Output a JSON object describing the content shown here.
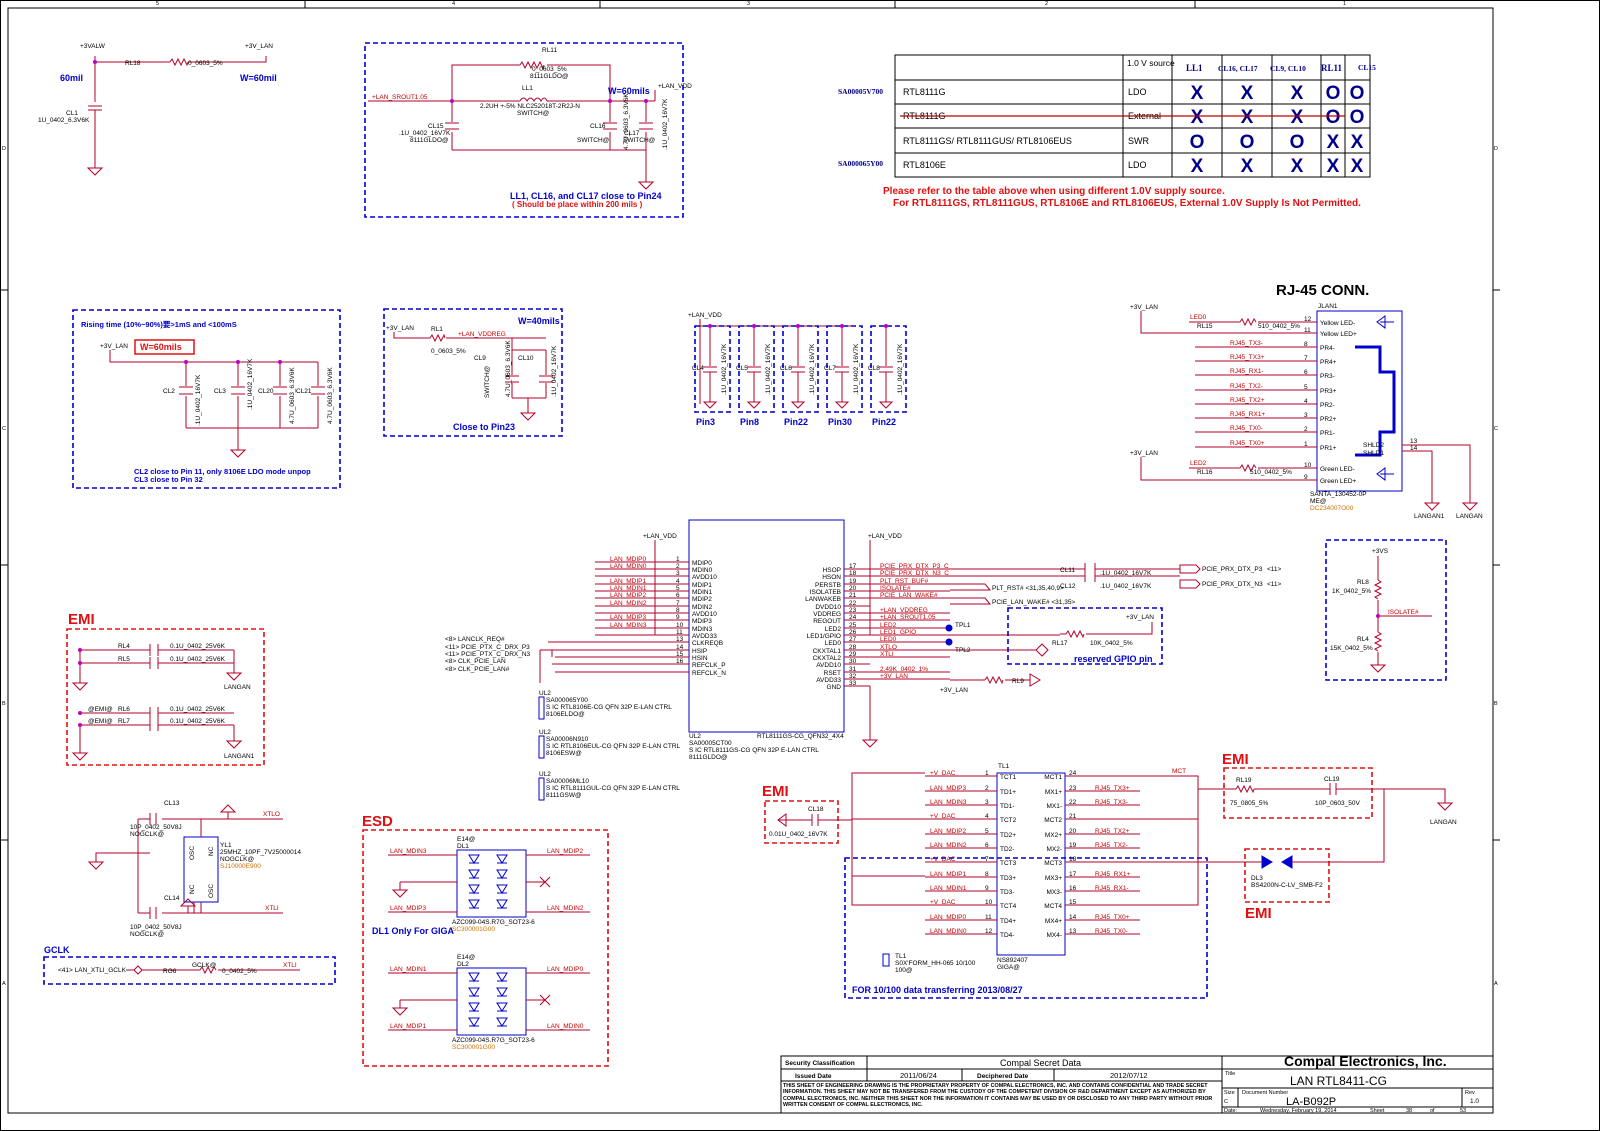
{
  "sheet": {
    "ruler_top": [
      "5",
      "4",
      "3",
      "2",
      "1"
    ],
    "ruler_side": [
      "D",
      "C",
      "B",
      "A"
    ]
  },
  "supply_table": {
    "headers": [
      "1.0 V source",
      "LL1",
      "CL16, CL17",
      "CL9, CL10",
      "RL11",
      "CL15"
    ],
    "part_codes": [
      "SA00005V700",
      "SA000065Y00"
    ],
    "rows": [
      {
        "chip": "RTL8111G",
        "source": "LDO",
        "marks": [
          "X",
          "X",
          "X",
          "O",
          "O"
        ],
        "struck": false
      },
      {
        "chip": "RTL8111G",
        "source": "External",
        "marks": [
          "X",
          "X",
          "X",
          "O",
          "O"
        ],
        "struck": true
      },
      {
        "chip": "RTL8111GS/ RTL8111GUS/ RTL8106EUS",
        "source": "SWR",
        "marks": [
          "O",
          "O",
          "O",
          "X",
          "X"
        ],
        "struck": false
      },
      {
        "chip": "RTL8106E",
        "source": "LDO",
        "marks": [
          "X",
          "X",
          "X",
          "X",
          "X"
        ],
        "struck": false
      }
    ],
    "note1": "Please refer to the table above when using different 1.0V supply source.",
    "note2": "For RTL8111GS, RTL8111GUS, RTL8106E and RTL8106EUS, External 1.0V Supply Is Not Permitted."
  },
  "power": {
    "rl18_left": "+3VALW",
    "rl18_right": "+3V_LAN",
    "rl18_name": "RL18",
    "rl18_value": "0_0603_5%",
    "w60_left": "60mil",
    "w60_right": "W=60mil",
    "cl1": "CL1",
    "cl1_value": "1U_0402_6.3V6K"
  },
  "switch_block": {
    "rl11": "RL11",
    "rl11_value": "0_0603_5%",
    "rl11_opt": "8111GLDO@",
    "ll1": "LL1",
    "ll1_value": "2.2UH +-5% NLC252018T-2R2J-N",
    "ll1_opt": "SWITCH@",
    "net_in": "+LAN_SROUT1.05",
    "net_out": "+LAN_VDD",
    "width": "W=60mils",
    "cl15": "CL15",
    "cl15_value": ".1U_0402_16V7K",
    "cl15_opt": "8111GLDO@",
    "cl16": "CL16",
    "cl16_opt": "SWITCH@",
    "cl16_value": "4.7U_0603_6.3V6K",
    "cl17": "CL17",
    "cl17_opt": "SWITCH@",
    "cl17_value": ".1U_0402_16V7K",
    "note1": "LL1, CL16, and CL17 close to Pin24",
    "note2": "( Should be place within 200 mils )"
  },
  "rising_block": {
    "title": "Rising time (10%~90%)要>1mS and <100mS",
    "width": "W=60mils",
    "net": "+3V_LAN",
    "caps": [
      "CL2",
      "CL3",
      "CL20",
      "CL21"
    ],
    "values": [
      ".1U_0402_16V7K",
      ".1U_0402_16V7K",
      "4.7U_0603_6.3V6K",
      "4.7U_0603_6.3V6K"
    ],
    "note1": "CL2 close to Pin 11, only 8106E LDO mode unpop",
    "note2": "CL3 close to Pin 32"
  },
  "vdreg_block": {
    "net_in": "+3V_LAN",
    "rl1": "RL1",
    "rl1_value": "0_0603_5%",
    "net_out": "+LAN_VDDREG",
    "width": "W=40mils",
    "cl9": "CL9",
    "cl9_opt": "SWITCH@",
    "cl9_value": "4.7U_0603_6.3V6K",
    "cl10": "CL10",
    "cl10_value": ".1U_0402_16V7K",
    "note": "Close to Pin23"
  },
  "decap": {
    "net": "+LAN_VDD",
    "caps": [
      "CL4",
      "CL5",
      "CL6",
      "CL7",
      "CL8"
    ],
    "value": ".1U_0402_16V7K",
    "pins": [
      "Pin3",
      "Pin8",
      "Pin22",
      "Pin30",
      "Pin22"
    ]
  },
  "rj45": {
    "title": "RJ-45 CONN.",
    "net": "+3V_LAN",
    "ref": "JLAN1",
    "rl15": "RL15",
    "rl15_value": "510_0402_5%",
    "rl16": "RL16",
    "rl16_value": "510_0402_5%",
    "led0": "LED0",
    "led2": "LED2",
    "pins_left": [
      "12",
      "11",
      "8",
      "7",
      "6",
      "5",
      "4",
      "3",
      "2",
      "1",
      "10",
      "9"
    ],
    "labels": [
      "Yellow LED-",
      "Yellow LED+",
      "PR4-",
      "PR4+",
      "PR3-",
      "PR3+",
      "PR2-",
      "PR2+",
      "PR1-",
      "PR1+",
      "Green LED-",
      "Green LED+"
    ],
    "nets": [
      "RJ45_TX3-",
      "RJ45_TX3+",
      "RJ45_RX1-",
      "RJ45_TX2-",
      "RJ45_TX2+",
      "RJ45_RX1+",
      "RJ45_TX0-",
      "RJ45_TX0+"
    ],
    "shld": [
      "SHLD2",
      "SHLD1"
    ],
    "shld_pins": [
      "13",
      "14"
    ],
    "part": "SANTA_130452-0P",
    "opt": "ME@",
    "code": "DC234007O00",
    "gnd1": "LANGAN1",
    "gnd2": "LANGAN"
  },
  "chip": {
    "left_pins": [
      {
        "n": "1",
        "l": "MDIP0",
        "net": "LAN_MDIP0"
      },
      {
        "n": "2",
        "l": "MDIN0",
        "net": "LAN_MDIN0"
      },
      {
        "n": "3",
        "l": "AVDD10",
        "net": ""
      },
      {
        "n": "4",
        "l": "MDIP1",
        "net": "LAN_MDIP1"
      },
      {
        "n": "5",
        "l": "MDIN1",
        "net": "LAN_MDIN1"
      },
      {
        "n": "6",
        "l": "MDIP2",
        "net": "LAN_MDIP2"
      },
      {
        "n": "7",
        "l": "MDIN2",
        "net": "LAN_MDIN2"
      },
      {
        "n": "8",
        "l": "AVDD10",
        "net": ""
      },
      {
        "n": "9",
        "l": "MDIP3",
        "net": "LAN_MDIP3"
      },
      {
        "n": "10",
        "l": "MDIN3",
        "net": "LAN_MDIN3"
      },
      {
        "n": "11",
        "l": "AVDD33",
        "net": ""
      },
      {
        "n": "13",
        "l": "CLKREQB",
        "net": "<8> LANCLK_REQ#"
      },
      {
        "n": "14",
        "l": "HSIP",
        "net": "<11> PCIE_PTX_C_DRX_P3"
      },
      {
        "n": "15",
        "l": "HSIN",
        "net": "<11> PCIE_PTX_C_DRX_N3"
      },
      {
        "n": "16",
        "l": "REFCLK_P",
        "net": "<8> CLK_PCIE_LAN"
      },
      {
        "n": "",
        "l": "REFCLK_N",
        "net": "<8> CLK_PCIE_LAN#"
      }
    ],
    "right_pins": [
      {
        "n": "17",
        "l": "HSOP",
        "net": "PCIE_PRX_DTX_P3_C"
      },
      {
        "n": "18",
        "l": "HSON",
        "net": "PCIE_PRX_DTX_N3_C"
      },
      {
        "n": "19",
        "l": "PERSTB",
        "net": "PLT_RST_BUF#"
      },
      {
        "n": "20",
        "l": "ISOLATEB",
        "net": "ISOLATE#"
      },
      {
        "n": "21",
        "l": "LANWAKEB",
        "net": "PCIE_LAN_WAKE#"
      },
      {
        "n": "22",
        "l": "DVDD10",
        "net": ""
      },
      {
        "n": "23",
        "l": "VDDREG",
        "net": "+LAN_VDDREG"
      },
      {
        "n": "24",
        "l": "REGOUT",
        "net": "+LAN_SROUT1.05"
      },
      {
        "n": "25",
        "l": "LED2",
        "net": "LED2"
      },
      {
        "n": "26",
        "l": "LED1/GPIO",
        "net": "LED1_GPIO"
      },
      {
        "n": "27",
        "l": "LED0",
        "net": "LED0"
      },
      {
        "n": "28",
        "l": "CKXTAL1",
        "net": "XTLO"
      },
      {
        "n": "29",
        "l": "CKXTAL2",
        "net": "XTLI"
      },
      {
        "n": "30",
        "l": "AVDD10",
        "net": ""
      },
      {
        "n": "31",
        "l": "RSET",
        "net": "2.49K_0402_1%"
      },
      {
        "n": "32",
        "l": "AVDD33",
        "net": "+3V_LAN"
      },
      {
        "n": "33",
        "l": "GND",
        "net": ""
      }
    ],
    "vdd_left": "+LAN_VDD",
    "vdd_right": "+LAN_VDD",
    "vlan": "+3V_LAN",
    "ref": "UL2",
    "name": "RTL8111GS-CG_QFN32_4X4",
    "code": "SA00005CT00",
    "desc": "S IC RTL8111GS-CG QFN 32P E-LAN CTRL",
    "opt": "8111GLDO@",
    "variants": [
      {
        "ref": "UL2",
        "code": "SA000065Y00",
        "desc": "S IC RTL8106E-CG QFN 32P E-LAN CTRL",
        "opt": "8106ELDO@"
      },
      {
        "ref": "UL2",
        "code": "SA00006N910",
        "desc": "S IC RTL8106EUL-CG QFN 32P E-LAN CTRL",
        "opt": "8106ESW@"
      },
      {
        "ref": "UL2",
        "code": "SA00006ML10",
        "desc": "S IC RTL8111GUL-CG QFN 32P E-LAN CTRL",
        "opt": "8111GSW@"
      }
    ],
    "rl9": "RL9",
    "cl11": "CL11",
    "cl12": "CL12",
    "cl11_value": ".1U_0402_16V7K",
    "cl12_value": ".1U_0402_16V7K",
    "prx_p": "PCIE_PRX_DTX_P3",
    "prx_n": "PCIE_PRX_DTX_N3",
    "prx_ref": "<11>",
    "plt_ref": "PLT_RST# <31,35,40,9>",
    "wake_ref": "PCIE_LAN_WAKE# <31,35>",
    "tpl1": "TPL1",
    "tpl2": "TPL2"
  },
  "gpio": {
    "net": "+3V_LAN",
    "rl17": "RL17",
    "rl17_value": "10K_0402_5%",
    "note": "reserved GPIO pin"
  },
  "isolate": {
    "net": "+3VS",
    "rl8": "RL8",
    "rl8_value": "1K_0402_5%",
    "rl4": "RL4",
    "rl4_value": "15K_0402_5%",
    "isolate": "ISOLATE#"
  },
  "emi_left": {
    "label": "EMI",
    "r": [
      "RL4",
      "RL5",
      "RL6",
      "RL7"
    ],
    "opt": [
      "",
      "",
      "@EMI@",
      "@EMI@"
    ],
    "value": "0.1U_0402_25V6K",
    "gnd1": "LANGAN",
    "gnd2": "LANGAN1"
  },
  "crystal": {
    "cl13": "CL13",
    "cl14": "CL14",
    "cap_value": "10P_0402_50V8J",
    "cap_opt": "NOGCLK@",
    "yl1": "YL1",
    "yl1_value": "25MHZ_10PF_7V25000014",
    "yl1_opt": "NOGCLK@",
    "yl1_code": "SJ10000E900",
    "xtlo": "XTLO",
    "xtli": "XTLI",
    "osc": "OSC",
    "nc": "NC"
  },
  "gclk": {
    "label": "GCLK",
    "net": "<41> LAN_XTLI_GCLK",
    "r": "RG6",
    "opt": "GCLK@",
    "value": "0_0402_5%",
    "xtli": "XTLI"
  },
  "esd": {
    "label": "ESD",
    "note": "DL1 Only For GIGA",
    "dl1": "DL1",
    "dl2": "DL2",
    "opt": "E14@",
    "part": "AZC099-04S.R7G_SOT23-6",
    "code": "SC300001G00",
    "nets1": [
      "LAN_MDIN3",
      "LAN_MDIP2",
      "LAN_MDIP3",
      "LAN_MDIN2"
    ],
    "nets2": [
      "LAN_MDIN1",
      "LAN_MDIP0",
      "LAN_MDIP1",
      "LAN_MDIN0"
    ]
  },
  "transformer": {
    "ref": "TL1",
    "part": "NS892407",
    "opt": "GIGA@",
    "left": [
      {
        "n": "1",
        "l": "TCT1",
        "net": "+V_DAC"
      },
      {
        "n": "2",
        "l": "TD1+",
        "net": "LAN_MDIP3"
      },
      {
        "n": "3",
        "l": "TD1-",
        "net": "LAN_MDIN3"
      },
      {
        "n": "4",
        "l": "TCT2",
        "net": "+V_DAC"
      },
      {
        "n": "5",
        "l": "TD2+",
        "net": "LAN_MDIP2"
      },
      {
        "n": "6",
        "l": "TD2-",
        "net": "LAN_MDIN2"
      },
      {
        "n": "7",
        "l": "TCT3",
        "net": "+V_DAC"
      },
      {
        "n": "8",
        "l": "TD3+",
        "net": "LAN_MDIP1"
      },
      {
        "n": "9",
        "l": "TD3-",
        "net": "LAN_MDIN1"
      },
      {
        "n": "10",
        "l": "TCT4",
        "net": "+V_DAC"
      },
      {
        "n": "11",
        "l": "TD4+",
        "net": "LAN_MDIP0"
      },
      {
        "n": "12",
        "l": "TD4-",
        "net": "LAN_MDIN0"
      }
    ],
    "right": [
      {
        "n": "24",
        "l": "MCT1",
        "net": ""
      },
      {
        "n": "23",
        "l": "MX1+",
        "net": "RJ45_TX3+"
      },
      {
        "n": "22",
        "l": "MX1-",
        "net": "RJ45_TX3-"
      },
      {
        "n": "21",
        "l": "MCT2",
        "net": ""
      },
      {
        "n": "20",
        "l": "MX2+",
        "net": "RJ45_TX2+"
      },
      {
        "n": "19",
        "l": "MX2-",
        "net": "RJ45_TX2-"
      },
      {
        "n": "18",
        "l": "MCT3",
        "net": ""
      },
      {
        "n": "17",
        "l": "MX3+",
        "net": "RJ45_RX1+"
      },
      {
        "n": "16",
        "l": "MX3-",
        "net": "RJ45_RX1-"
      },
      {
        "n": "15",
        "l": "MCT4",
        "net": ""
      },
      {
        "n": "14",
        "l": "MX4+",
        "net": "RJ45_TX0+"
      },
      {
        "n": "13",
        "l": "MX4-",
        "net": "RJ45_TX0-"
      }
    ],
    "mct": "MCT",
    "alt_ref": "TL1",
    "alt_part": "S0X'FORM_HH-065 10/100",
    "alt_opt": "100@",
    "note": "FOR 10/100 data transferring 2013/08/27"
  },
  "emi_cl18": {
    "label": "EMI",
    "ref": "CL18",
    "value": "0.01U_0402_16V7K"
  },
  "emi_right": {
    "label": "EMI",
    "rl19": "RL19",
    "rl19_value": "75_0805_5%",
    "cl19": "CL19",
    "cl19_value": "10P_0603_50V",
    "gnd": "LANGAN",
    "label2": "EMI",
    "dl3": "DL3",
    "dl3_value": "BS4200N-C-LV_SMB-F2"
  },
  "title_block": {
    "security_label": "Security Classification",
    "security": "Compal Secret Data",
    "issued_label": "Issued Date",
    "issued": "2011/06/24",
    "deciphered_label": "Deciphered Date",
    "deciphered": "2012/07/12",
    "notice": "THIS SHEET OF ENGINEERING DRAWING IS THE PROPRIETARY PROPERTY OF COMPAL ELECTRONICS, INC. AND CONTAINS CONFIDENTIAL AND TRADE SECRET INFORMATION. THIS SHEET MAY NOT BE TRANSFERED FROM THE CUSTODY OF THE COMPETENT DIVISION OF R&D DEPARTMENT EXCEPT AS AUTHORIZED BY COMPAL ELECTRONICS, INC. NEITHER THIS SHEET NOR THE INFORMATION IT CONTAINS MAY BE USED BY OR DISCLOSED TO ANY THIRD PARTY WITHOUT PRIOR WRITTEN CONSENT OF COMPAL ELECTRONICS, INC.",
    "company": "Compal Electronics, Inc.",
    "title_label": "Title",
    "title": "LAN RTL8411-CG",
    "size_label": "Size",
    "size": "C",
    "doc_label": "Document Number",
    "doc": "LA-B092P",
    "rev_label": "Rev",
    "rev": "1.0",
    "date_label": "Date:",
    "date": "Wednesday, February 19, 2014",
    "sheet_label": "Sheet",
    "sheet": "38",
    "of_label": "of",
    "of": "53"
  }
}
